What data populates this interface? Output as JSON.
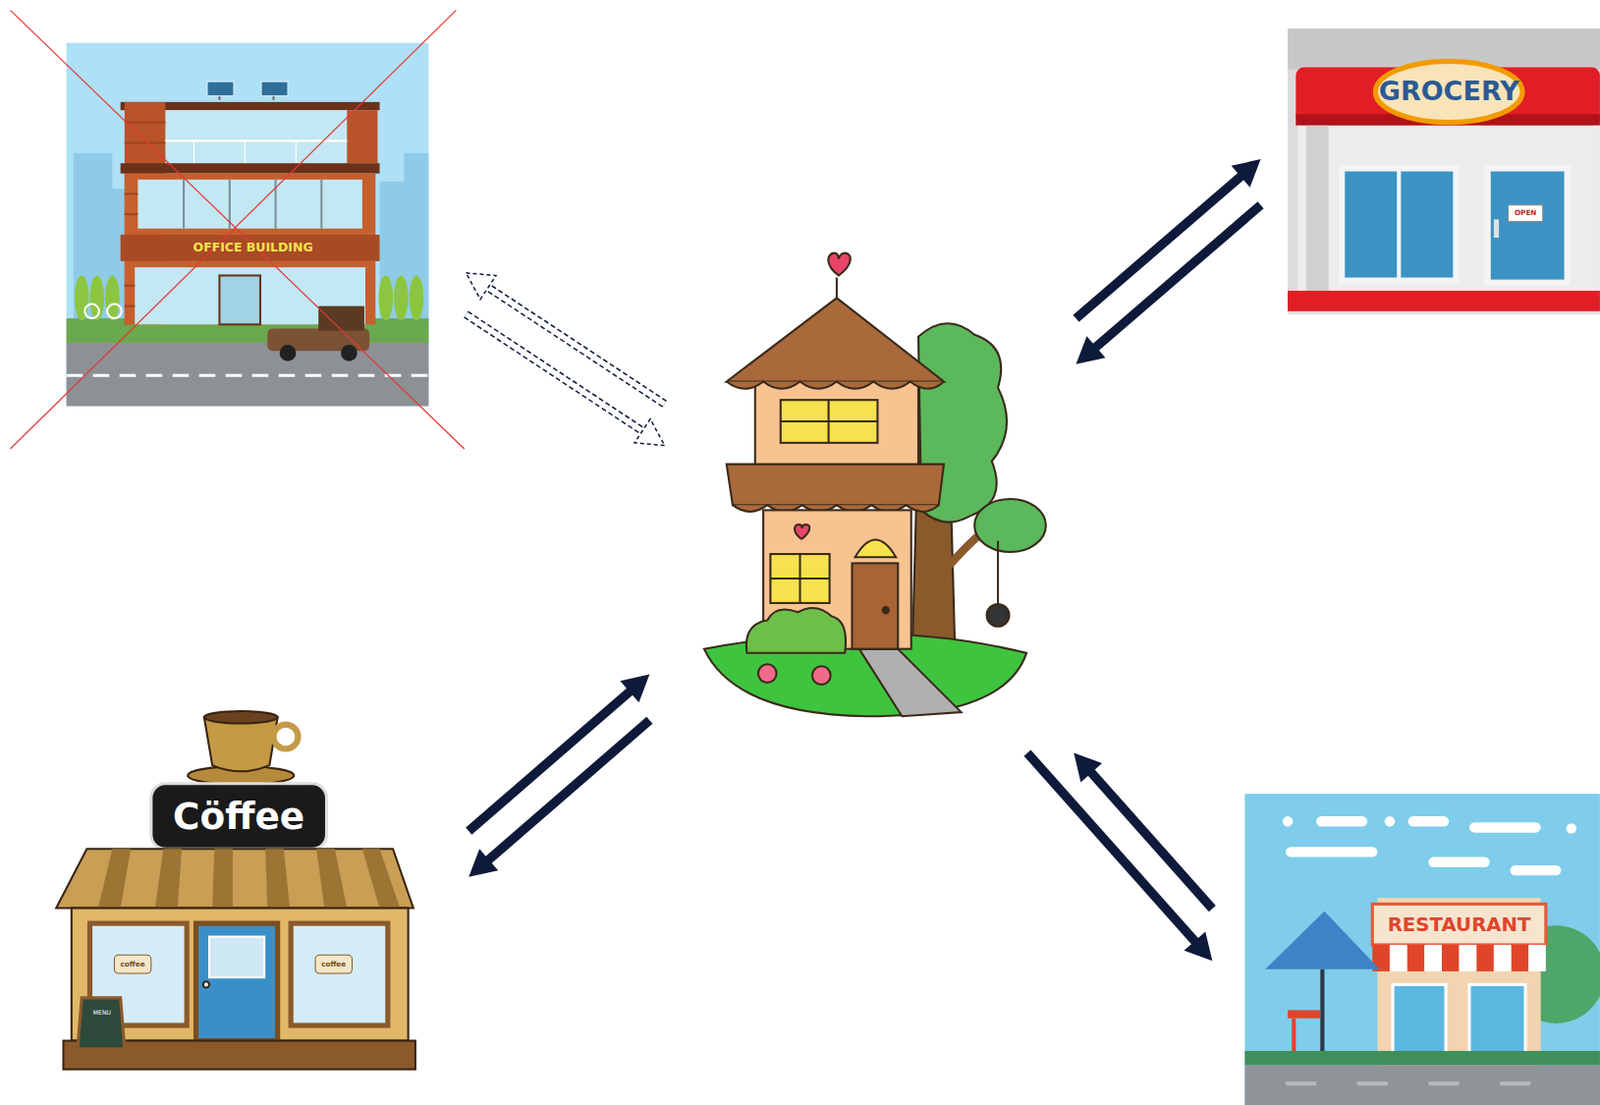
{
  "diagram": {
    "nodes": [
      {
        "text": [
          "OFFICE BUILDING"
        ]
      },
      {
        "text": [
          "GROCERY",
          "OPEN"
        ]
      },
      {
        "text": []
      },
      {
        "text": [
          "Cöffee",
          "coffee",
          "coffee",
          "MENU"
        ]
      },
      {
        "text": [
          "RESTAURANT"
        ]
      }
    ],
    "edges": [
      {
        "from": 2,
        "to": 0,
        "arrow": "to"
      },
      {
        "from": 0,
        "to": 2,
        "arrow": "to"
      },
      {
        "from": 2,
        "to": 1,
        "arrow": "to"
      },
      {
        "from": 1,
        "to": 2,
        "arrow": "to"
      },
      {
        "from": 2,
        "to": 3,
        "arrow": "to"
      },
      {
        "from": 3,
        "to": 2,
        "arrow": "to"
      },
      {
        "from": 2,
        "to": 4,
        "arrow": "to"
      },
      {
        "from": 4,
        "to": 2,
        "arrow": "to"
      }
    ]
  }
}
